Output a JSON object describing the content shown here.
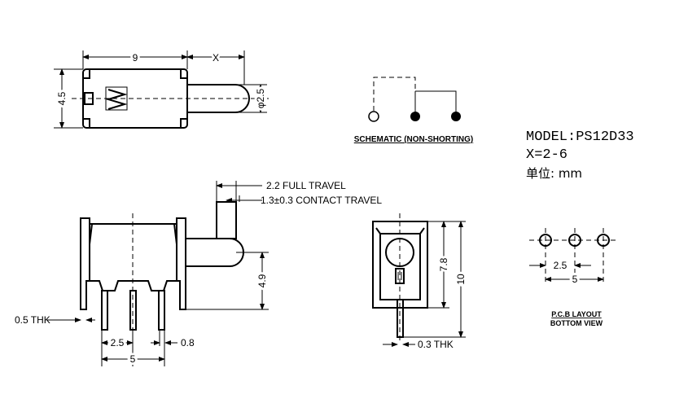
{
  "top_view": {
    "dim_length": "9",
    "dim_x": "X",
    "dim_height": "4.5",
    "dim_plunger_dia": "φ2.5"
  },
  "schematic": {
    "caption": "SCHEMATIC (NON-SHORTING)"
  },
  "model_info": {
    "model": "MODEL:PS12D33",
    "x_range": "X=2-6",
    "unit": "单位: mm"
  },
  "front_view": {
    "full_travel": "2.2 FULL TRAVEL",
    "contact_travel": "1.3±0.3 CONTACT TRAVEL",
    "dim_height": "4.9",
    "thk": "0.5 THK",
    "pitch": "2.5",
    "pin_width": "0.8",
    "span": "5"
  },
  "side_view": {
    "dim_inner": "7.8",
    "dim_outer": "10",
    "thk": "0.3 THK"
  },
  "pcb_layout": {
    "pitch": "2.5",
    "span": "5",
    "caption_line1": "P.C.B LAYOUT",
    "caption_line2": "BOTTOM VIEW"
  }
}
